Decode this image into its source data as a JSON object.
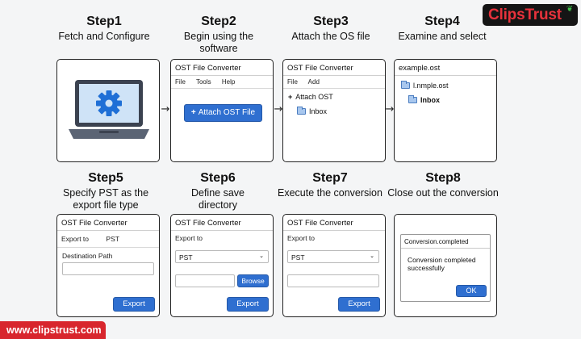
{
  "brand": {
    "logo_text": "ClipsTrust",
    "url": "www.clipstrust.com"
  },
  "steps": [
    {
      "num": "Step1",
      "desc": "Fetch and Configure"
    },
    {
      "num": "Step2",
      "desc": "Begin using the software",
      "window_title": "OST File Converter",
      "menu": [
        "File",
        "Tools",
        "Help"
      ],
      "button_icon": "+",
      "button": "Attach OST File"
    },
    {
      "num": "Step3",
      "desc": "Attach the OS file",
      "window_title": "OST File Converter",
      "menu": [
        "File",
        "Add"
      ],
      "attach_icon": "+",
      "attach_label": "Attach OST",
      "folder_label": "Inbox"
    },
    {
      "num": "Step4",
      "desc": "Examine and select",
      "window_title": "example.ost",
      "file_label": "l.nmple.ost",
      "folder_label": "Inbox"
    },
    {
      "num": "Step5",
      "desc": "Specify PST as the export file type",
      "window_title": "OST File Converter",
      "export_to_label": "Export to",
      "export_to_value": "PST",
      "destination_label": "Destination Path",
      "export_button": "Export"
    },
    {
      "num": "Step6",
      "desc": "Define save directory",
      "window_title": "OST File Converter",
      "export_to_label": "Export to",
      "select_value": "PST",
      "browse_button": "Browse",
      "export_button": "Export"
    },
    {
      "num": "Step7",
      "desc": "Execute the conversion",
      "window_title": "OST File Converter",
      "export_to_label": "Export to",
      "select_value": "PST",
      "export_button": "Export"
    },
    {
      "num": "Step8",
      "desc": "Close out the conversion",
      "dialog_title": "Conversion.completed",
      "message": "Conversion completed successfully",
      "ok_button": "OK"
    }
  ],
  "arrow_glyph": "→",
  "chevron_glyph": "⌄",
  "colors": {
    "accent": "#2f6fd0",
    "brand_red": "#e8323c",
    "brand_bg": "#151515",
    "url_bg": "#d8262d"
  }
}
